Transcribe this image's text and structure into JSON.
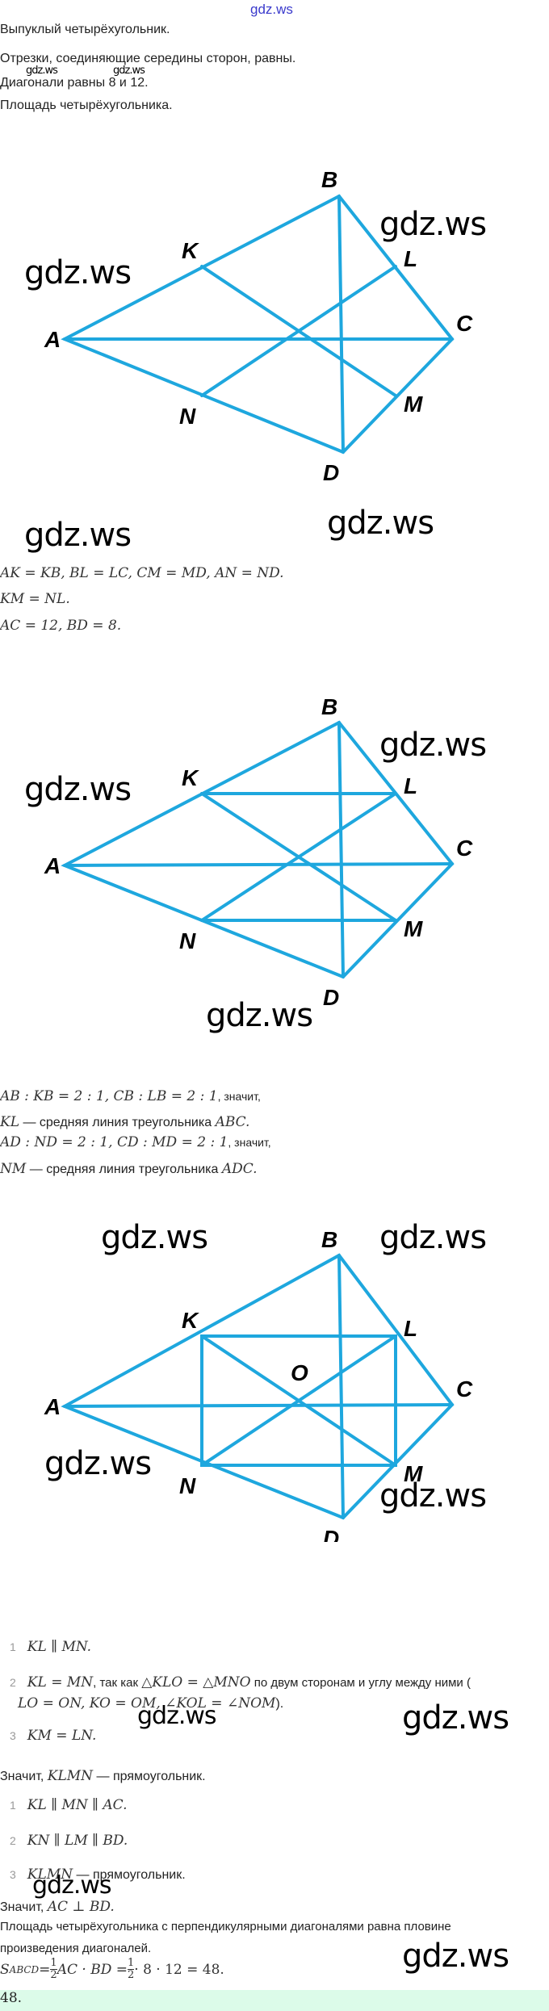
{
  "header": {
    "logo": "gdz.ws"
  },
  "given": {
    "line1": "Выпуклый четырёхугольник.",
    "line2": "Отрезки, соединяющие середины сторон, равны.",
    "line3": "Диагонали равны 8 и 12.",
    "line4": "Площадь четырёхугольника."
  },
  "watermark": "gdz.ws",
  "points": {
    "A": "A",
    "B": "B",
    "C": "C",
    "D": "D",
    "K": "K",
    "L": "L",
    "M": "M",
    "N": "N",
    "O": "O"
  },
  "step1": {
    "line1": "AK = KB, BL = LC, CM = MD, AN = ND.",
    "line2": "KM = NL.",
    "line3": "AC = 12, BD = 8."
  },
  "step2": {
    "line1_math": "AB : KB = 2 : 1, CB : LB = 2 : 1",
    "line1_text": ", значит,",
    "line2_math": "KL",
    "line2_text": " — средняя линия треугольника ",
    "line2_end": "ABC.",
    "line3_math": "AD : ND = 2 : 1, CD : MD = 2 : 1",
    "line3_text": ", значит,",
    "line4_math": "NM",
    "line4_text": " — средняя линия треугольника ",
    "line4_end": "ADC."
  },
  "list1": [
    {
      "n": "1",
      "math": "KL ∥ MN."
    },
    {
      "n": "2",
      "math": "KL = MN",
      "text": ", так как ",
      "math2": "△KLO = △MNO",
      "text2": " по двум сторонам и углу между ними (",
      "cont": "LO = ON, KO = OM, ∠KOL = ∠NOM",
      "cont_end": ")."
    },
    {
      "n": "3",
      "math": "KM = LN."
    }
  ],
  "conclusion1": {
    "text": "Значит, ",
    "math": "KLMN",
    "text2": " — прямоугольник."
  },
  "list2": [
    {
      "n": "1",
      "math": "KL ∥ MN ∥ AC."
    },
    {
      "n": "2",
      "math": "KN ∥ LM ∥ BD."
    },
    {
      "n": "3",
      "math": "KLMN",
      "text": " — прямоугольник."
    }
  ],
  "conclusion2": {
    "text": "Значит, ",
    "math": "AC ⊥ BD."
  },
  "area": {
    "text1": "Площадь четырёхугольника с перпендикулярными диагоналями равна пловине",
    "text2": "произведения диагоналей.",
    "formula": "S",
    "sub": "ABCD",
    "eq1": " = ",
    "frac_num": "1",
    "frac_den": "2",
    "eq2": "AC · BD = ",
    "eq3": " · 8 · 12 = 48."
  },
  "answer": "48.",
  "colors": {
    "line": "#1ea7de",
    "answer_bg": "#dcfbe9",
    "logo": "#3a3acc"
  }
}
